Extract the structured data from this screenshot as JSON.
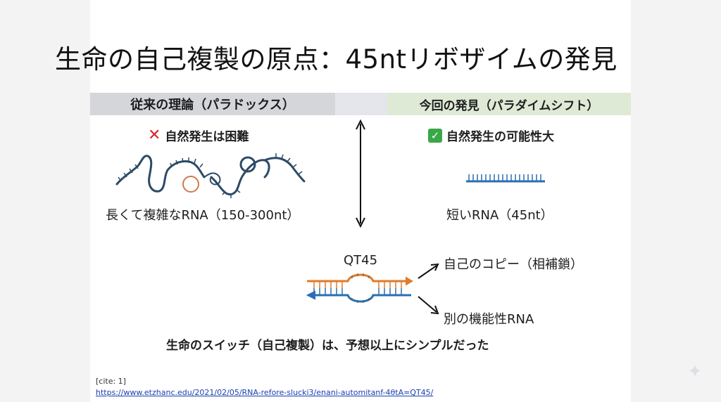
{
  "title": "生命の自己複製の原点：45ntリボザイムの発見",
  "left": {
    "header": "従来の理論（パラドックス）",
    "subheading": "自然発生は困難",
    "caption": "長くて複雑なRNA（150-300nt）",
    "icon": "cross-mark-icon"
  },
  "right": {
    "header": "今回の発見（パラダイムシフト）",
    "subheading": "自然発生の可能性大",
    "caption": "短いRNA（45nt）",
    "icon": "check-mark-icon"
  },
  "diagram": {
    "ribozyme_label": "QT45",
    "output_top": "自己のコピー（相補鎖）",
    "output_bottom": "別の機能性RNA",
    "colors": {
      "strand_top": "#e07b2a",
      "strand_bottom": "#2a6fb3",
      "rna_long": "#2c4a66"
    }
  },
  "bottom_message": "生命のスイッチ（自己複製）は、予想以上にシンプルだった",
  "citation": {
    "label": "[cite: 1]",
    "url": "https://www.etzhanc.edu/2021/02/05/RNA-refore-slucki3/enani-automitanf-4θtA=QT45/"
  }
}
